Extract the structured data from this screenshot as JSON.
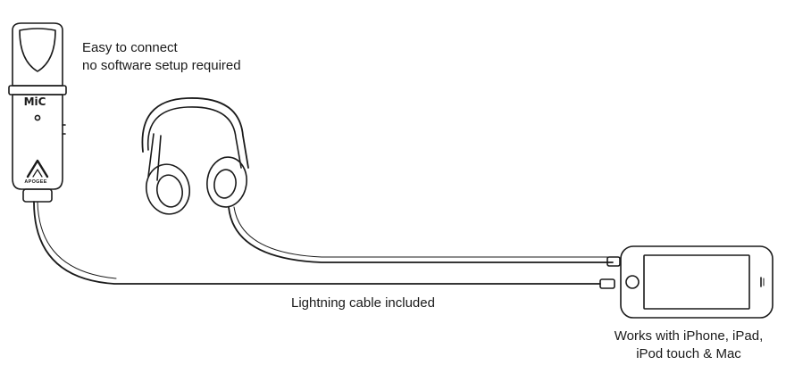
{
  "labels": {
    "connect_line1": "Easy to connect",
    "connect_line2": "no software setup required",
    "cable": "Lightning cable included",
    "compat_line1": "Works with iPhone, iPad,",
    "compat_line2": "iPod touch & Mac"
  },
  "devices": {
    "mic_brand": "MiC",
    "mic_maker": "APOGEE",
    "microphone_icon": "microphone-icon",
    "headphones_icon": "headphones-icon",
    "iphone_icon": "iphone-icon",
    "cable_icon": "lightning-cable-icon"
  },
  "colors": {
    "line": "#1a1a1a",
    "background": "#ffffff"
  }
}
